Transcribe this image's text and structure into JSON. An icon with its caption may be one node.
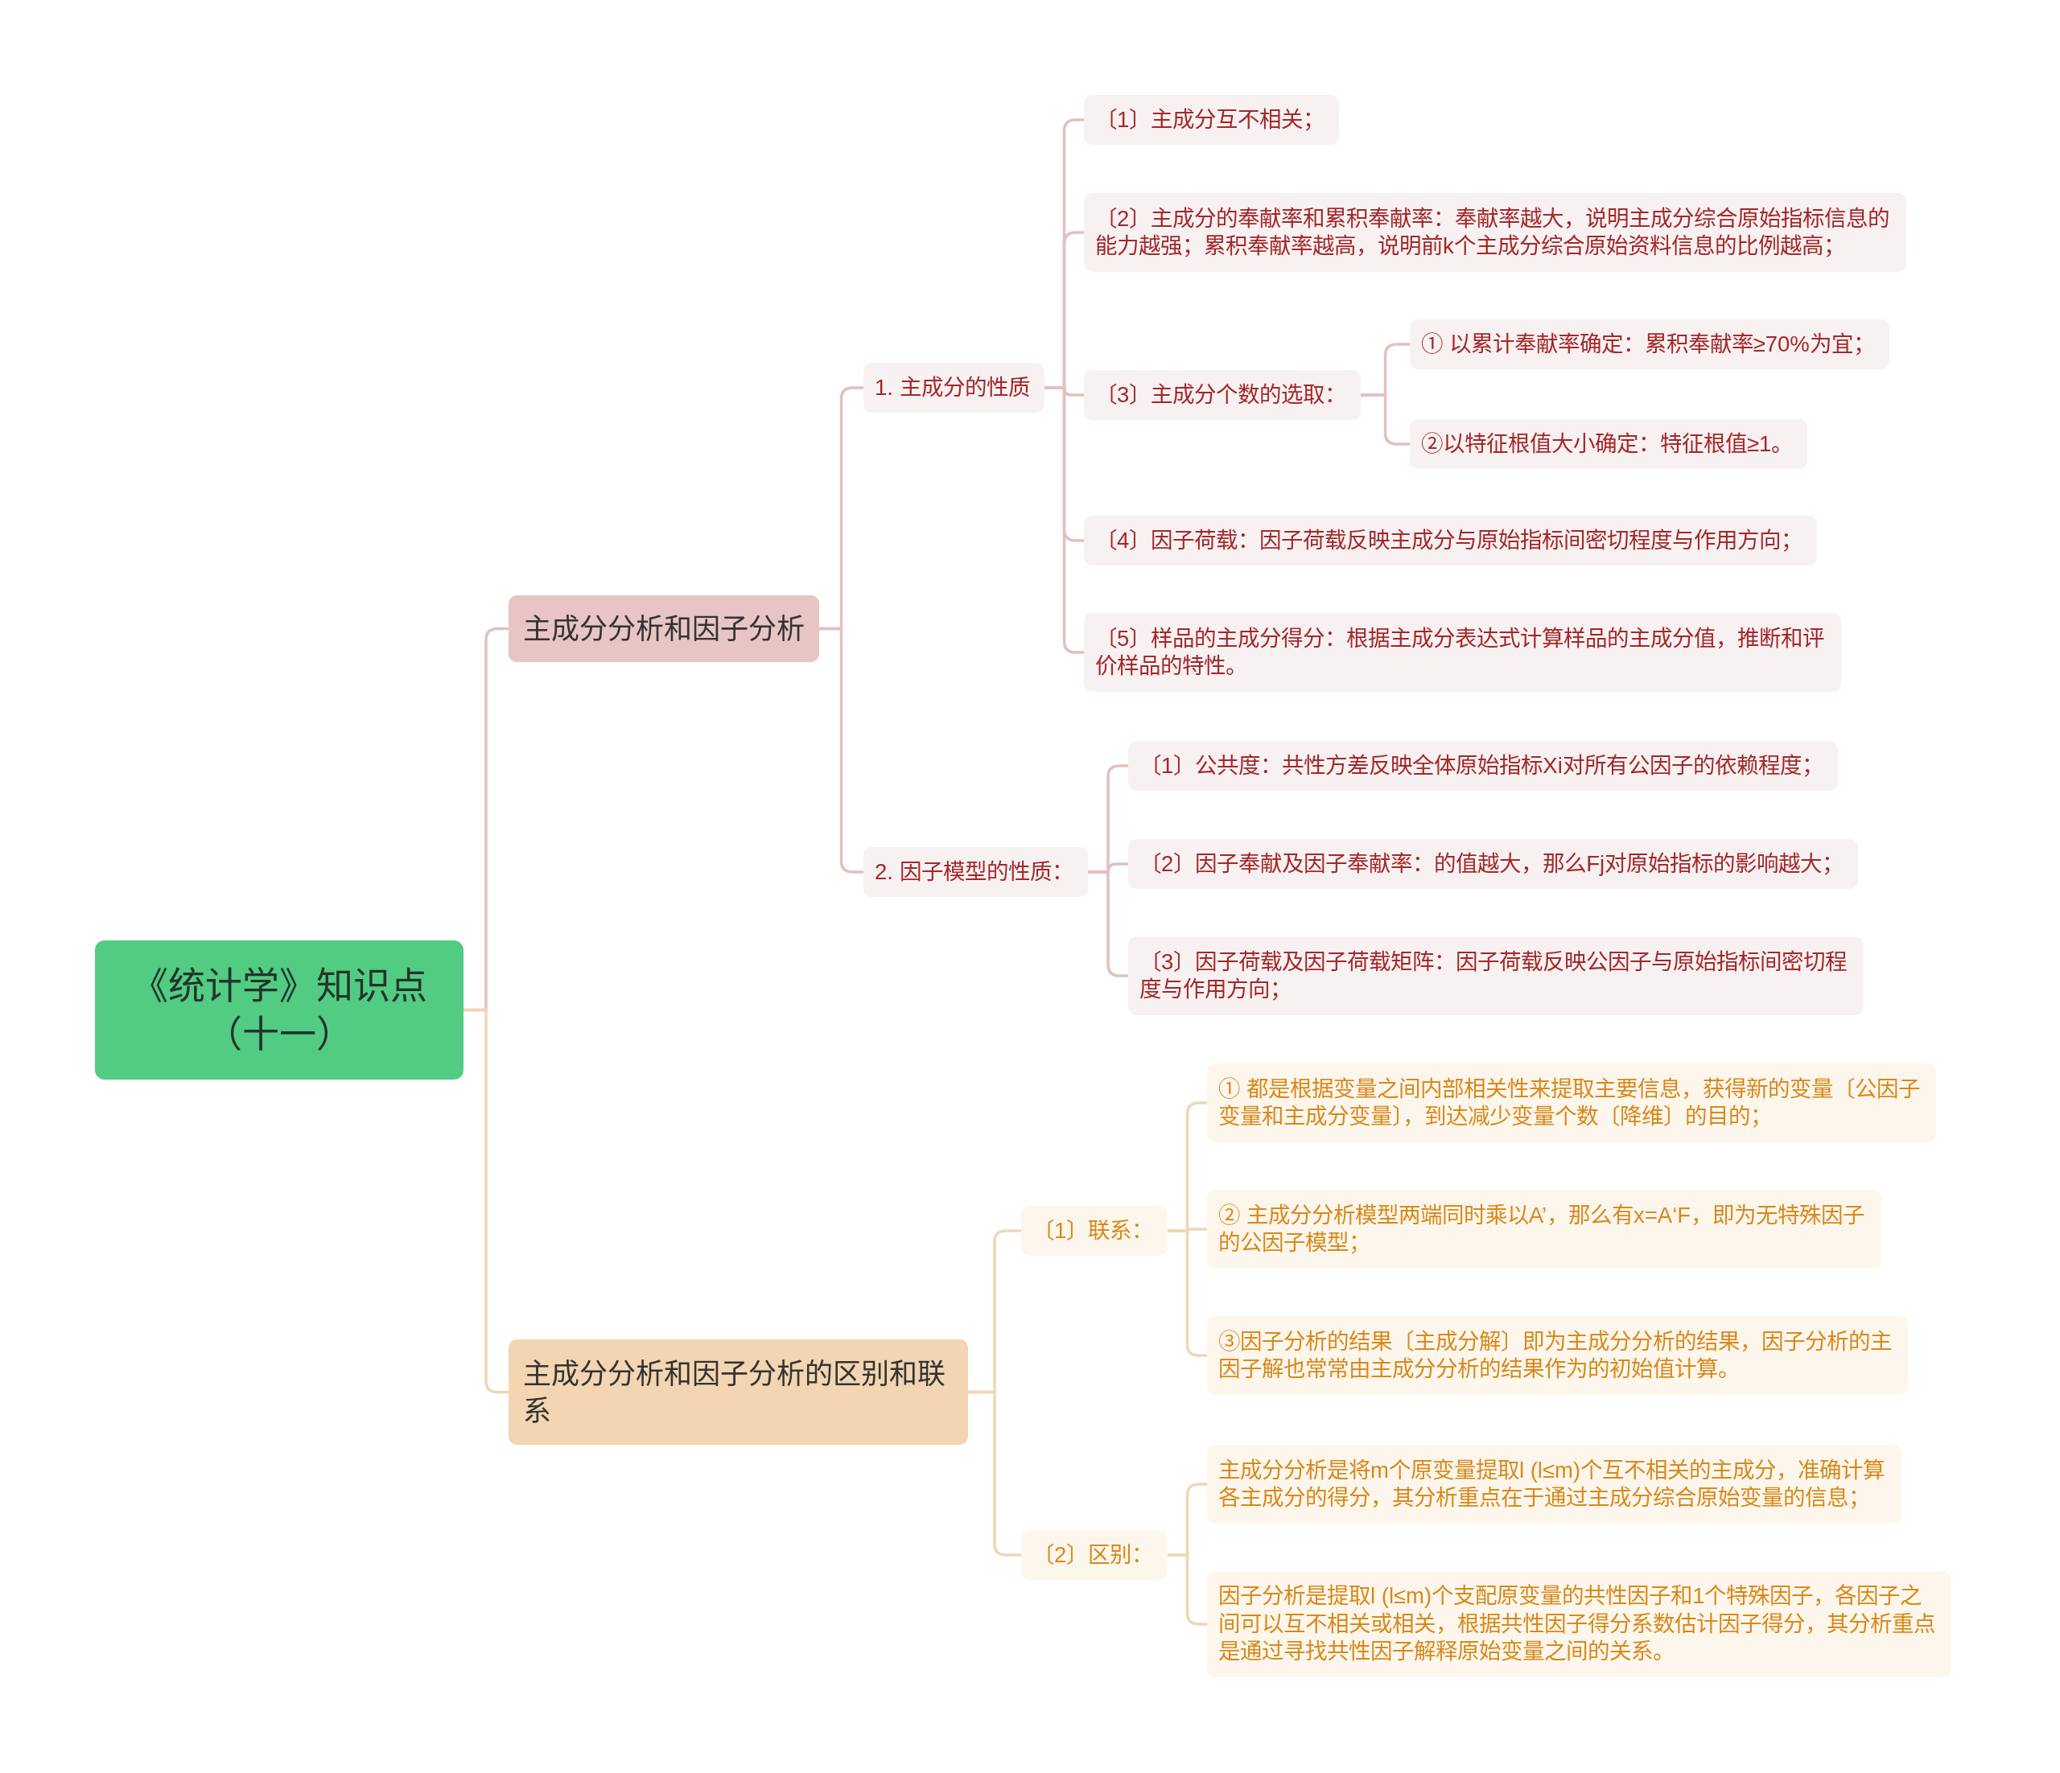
{
  "diagram": {
    "nodes": [
      {
        "text": [
          "《统计学》知识点（十一）"
        ]
      },
      {
        "text": [
          "主成分分析和因子分析"
        ]
      },
      {
        "text": [
          "1. 主成分的性质"
        ]
      },
      {
        "text": [
          "〔1〕主成分互不相关；"
        ]
      },
      {
        "text": [
          "〔2〕主成分的奉献率和累积奉献率：奉献率越大，说明主成分综合原始指标信息的能力越强；累积奉献率越高，说明前k个主成分综合原始资料信息的比例越高；"
        ]
      },
      {
        "text": [
          "〔3〕主成分个数的选取："
        ]
      },
      {
        "text": [
          "① 以累计奉献率确定：累积奉献率≥70%为宜；"
        ]
      },
      {
        "text": [
          "②以特征根值大小确定：特征根值≥1。"
        ]
      },
      {
        "text": [
          "〔4〕因子荷载：因子荷载反映主成分与原始指标间密切程度与作用方向；"
        ]
      },
      {
        "text": [
          "〔5〕样品的主成分得分：根据主成分表达式计算样品的主成分值，推断和评价样品的特性。"
        ]
      },
      {
        "text": [
          "2. 因子模型的性质："
        ]
      },
      {
        "text": [
          "〔1〕公共度：共性方差反映全体原始指标Xi对所有公因子的依赖程度；"
        ]
      },
      {
        "text": [
          "〔2〕因子奉献及因子奉献率：的值越大，那么Fj对原始指标的影响越大；"
        ]
      },
      {
        "text": [
          "〔3〕因子荷载及因子荷载矩阵：因子荷载反映公因子与原始指标间密切程度与作用方向；"
        ]
      },
      {
        "text": [
          "主成分分析和因子分析的区别和联系"
        ]
      },
      {
        "text": [
          "〔1〕联系："
        ]
      },
      {
        "text": [
          "① 都是根据变量之间内部相关性来提取主要信息，获得新的变量〔公因子变量和主成分变量〕，到达减少变量个数〔降维〕的目的；"
        ]
      },
      {
        "text": [
          "② 主成分分析模型两端同时乘以A’，那么有x=A‘F，即为无特殊因子的公因子模型；"
        ]
      },
      {
        "text": [
          "③因子分析的结果〔主成分解〕即为主成分分析的结果，因子分析的主因子解也常常由主成分分析的结果作为的初始值计算。"
        ]
      },
      {
        "text": [
          "〔2〕区别："
        ]
      },
      {
        "text": [
          "主成分分析是将m个原变量提取l (l≤m)个互不相关的主成分，准确计算各主成分的得分，其分析重点在于通过主成分综合原始变量的信息；"
        ]
      },
      {
        "text": [
          "因子分析是提取l (l≤m)个支配原变量的共性因子和1个特殊因子，各因子之间可以互不相关或相关，根据共性因子得分系数估计因子得分，其分析重点是通过寻找共性因子解释原始变量之间的关系。"
        ]
      }
    ],
    "edges": [
      {
        "from": 0,
        "to": 1,
        "arrow": "none"
      },
      {
        "from": 1,
        "to": 2,
        "arrow": "none"
      },
      {
        "from": 2,
        "to": 3,
        "arrow": "none"
      },
      {
        "from": 2,
        "to": 4,
        "arrow": "none"
      },
      {
        "from": 2,
        "to": 5,
        "arrow": "none"
      },
      {
        "from": 5,
        "to": 6,
        "arrow": "none"
      },
      {
        "from": 5,
        "to": 7,
        "arrow": "none"
      },
      {
        "from": 2,
        "to": 8,
        "arrow": "none"
      },
      {
        "from": 2,
        "to": 9,
        "arrow": "none"
      },
      {
        "from": 1,
        "to": 10,
        "arrow": "none"
      },
      {
        "from": 10,
        "to": 11,
        "arrow": "none"
      },
      {
        "from": 10,
        "to": 12,
        "arrow": "none"
      },
      {
        "from": 10,
        "to": 13,
        "arrow": "none"
      },
      {
        "from": 0,
        "to": 14,
        "arrow": "none",
        "color": "#f1d6b3"
      },
      {
        "from": 14,
        "to": 15,
        "arrow": "none",
        "color": "#f1d6b3"
      },
      {
        "from": 15,
        "to": 16,
        "arrow": "none",
        "color": "#f1d6b3"
      },
      {
        "from": 15,
        "to": 17,
        "arrow": "none",
        "color": "#f1d6b3"
      },
      {
        "from": 15,
        "to": 18,
        "arrow": "none",
        "color": "#f1d6b3"
      },
      {
        "from": 14,
        "to": 19,
        "arrow": "none",
        "color": "#f1d6b3"
      },
      {
        "from": 19,
        "to": 20,
        "arrow": "none",
        "color": "#f1d6b3"
      },
      {
        "from": 19,
        "to": 21,
        "arrow": "none",
        "color": "#f1d6b3"
      }
    ]
  }
}
